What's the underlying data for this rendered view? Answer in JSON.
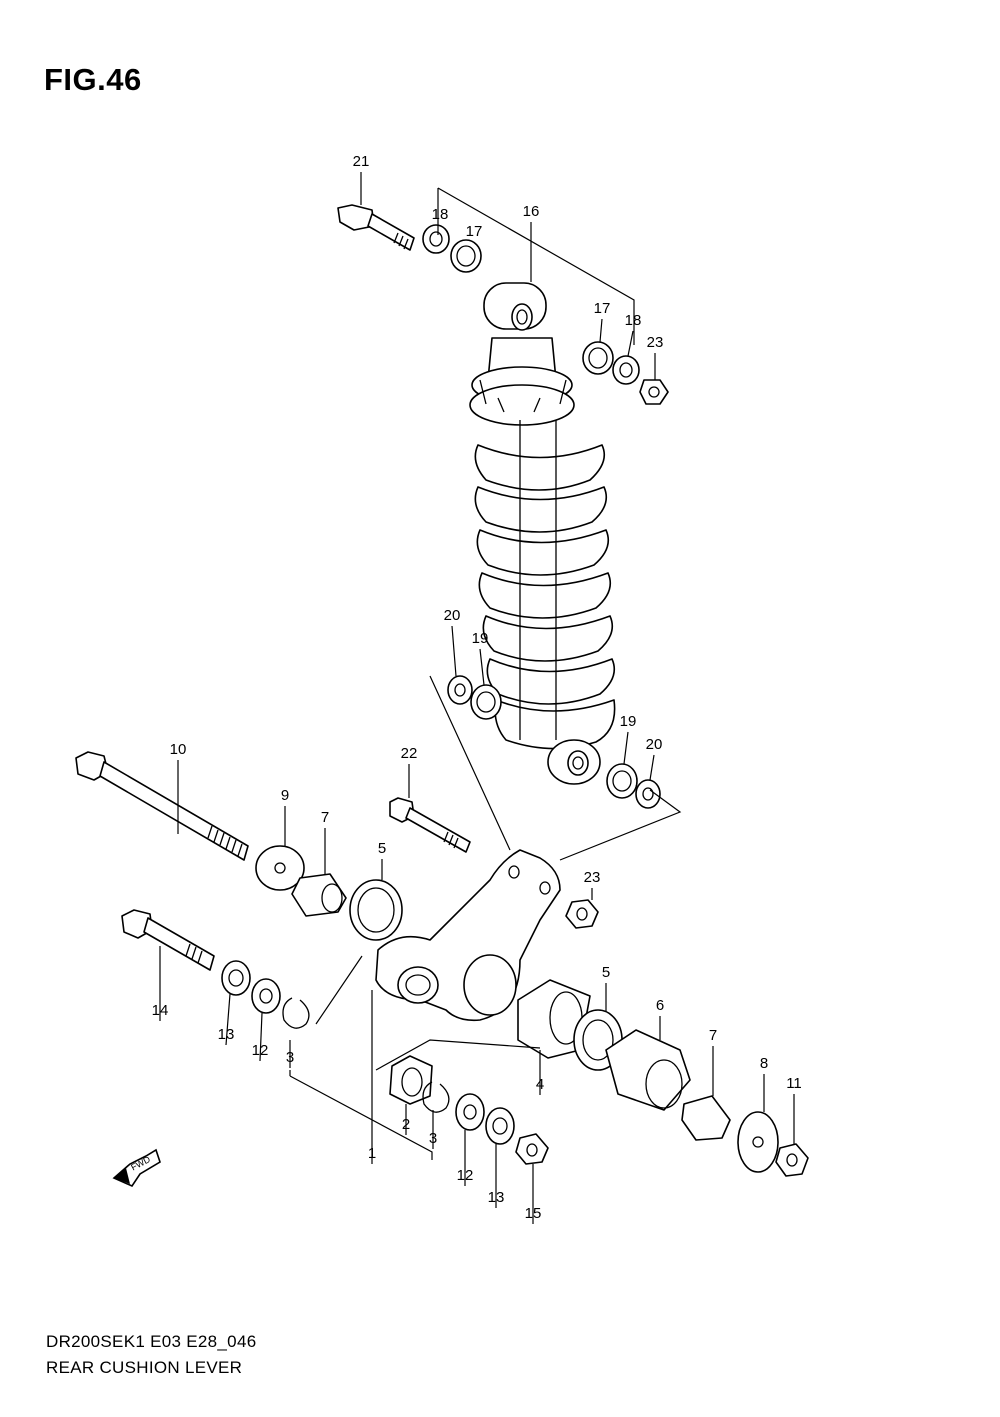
{
  "figure": {
    "title": "FIG.46",
    "model_code": "DR200SEK1 E03 E28_046",
    "caption": "REAR CUSHION LEVER"
  },
  "fwd_arrow": {
    "label": "FWD"
  },
  "callouts": [
    "21",
    "18",
    "17",
    "16",
    "17",
    "18",
    "23",
    "20",
    "19",
    "19",
    "20",
    "10",
    "22",
    "9",
    "7",
    "5",
    "23",
    "14",
    "13",
    "12",
    "3",
    "5",
    "6",
    "4",
    "7",
    "8",
    "11",
    "2",
    "3",
    "1",
    "12",
    "13",
    "15"
  ]
}
